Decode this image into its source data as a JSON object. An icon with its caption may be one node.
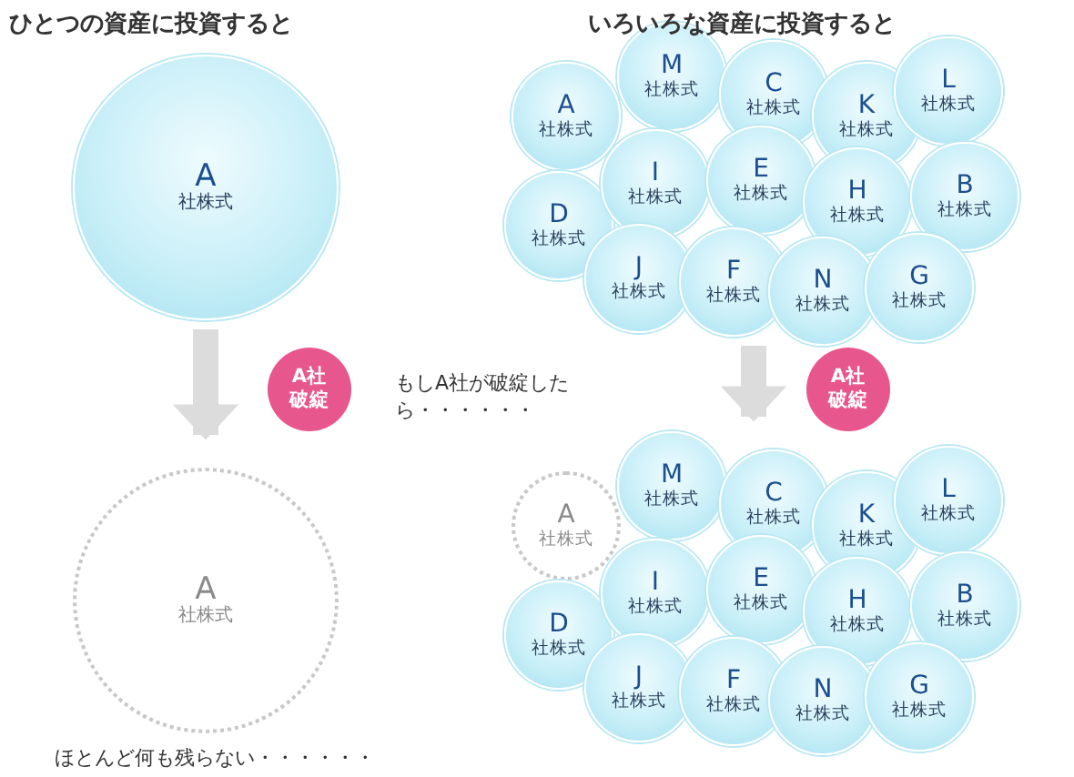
{
  "diagram": {
    "nodes": [
      {
        "text": [
          "A",
          "社株式"
        ]
      },
      {
        "text": [
          "A",
          "社株式"
        ]
      },
      {
        "text": [
          "A",
          "社株式"
        ]
      },
      {
        "text": [
          "M",
          "社株式"
        ]
      },
      {
        "text": [
          "C",
          "社株式"
        ]
      },
      {
        "text": [
          "K",
          "社株式"
        ]
      },
      {
        "text": [
          "L",
          "社株式"
        ]
      },
      {
        "text": [
          "D",
          "社株式"
        ]
      },
      {
        "text": [
          "I",
          "社株式"
        ]
      },
      {
        "text": [
          "E",
          "社株式"
        ]
      },
      {
        "text": [
          "H",
          "社株式"
        ]
      },
      {
        "text": [
          "B",
          "社株式"
        ]
      },
      {
        "text": [
          "J",
          "社株式"
        ]
      },
      {
        "text": [
          "F",
          "社株式"
        ]
      },
      {
        "text": [
          "N",
          "社株式"
        ]
      },
      {
        "text": [
          "G",
          "社株式"
        ]
      },
      {
        "text": [
          "A",
          "社株式"
        ]
      },
      {
        "text": [
          "M",
          "社株式"
        ]
      },
      {
        "text": [
          "C",
          "社株式"
        ]
      },
      {
        "text": [
          "K",
          "社株式"
        ]
      },
      {
        "text": [
          "L",
          "社株式"
        ]
      },
      {
        "text": [
          "D",
          "社株式"
        ]
      },
      {
        "text": [
          "I",
          "社株式"
        ]
      },
      {
        "text": [
          "E",
          "社株式"
        ]
      },
      {
        "text": [
          "H",
          "社株式"
        ]
      },
      {
        "text": [
          "B",
          "社株式"
        ]
      },
      {
        "text": [
          "J",
          "社株式"
        ]
      },
      {
        "text": [
          "F",
          "社株式"
        ]
      },
      {
        "text": [
          "N",
          "社株式"
        ]
      },
      {
        "text": [
          "G",
          "社株式"
        ]
      },
      {
        "text": [
          "A社破綻"
        ]
      },
      {
        "text": [
          "A社破綻"
        ]
      }
    ],
    "edges": [
      {
        "from": 0,
        "to": 1,
        "arrow": "to"
      },
      {
        "from": 13,
        "to": 18,
        "arrow": "to"
      }
    ],
    "labels": [
      "ひとつの資産に投資すると",
      "いろいろな資産に投資すると",
      "もしA社が破綻したら・・・・・・",
      "ほとんど何も残らない・・・・・・"
    ]
  }
}
